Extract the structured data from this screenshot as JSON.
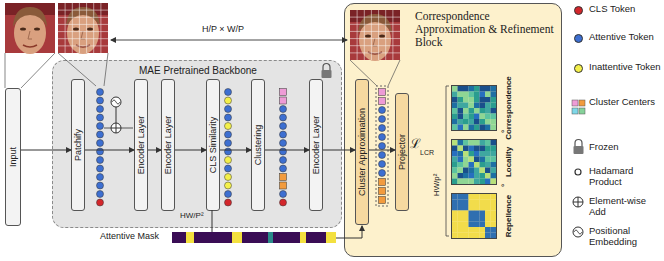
{
  "diagram": {
    "nodes": [
      {
        "text": [
          "Input"
        ]
      },
      {
        "text": [
          "MAE Pretrained Backbone"
        ]
      },
      {
        "text": [
          "Patchify"
        ],
        "in": 1
      },
      {
        "text": [
          "Encoder Layer"
        ],
        "in": 1
      },
      {
        "text": [
          "Encoder Layer"
        ],
        "in": 1
      },
      {
        "text": [
          "CLS Similarity"
        ],
        "in": 1
      },
      {
        "text": [
          "Clustering"
        ],
        "in": 1
      },
      {
        "text": [
          "Encoder Layer"
        ],
        "in": 1
      },
      {
        "text": [
          "Correspondence Approximation & Refinement Block"
        ]
      },
      {
        "text": [
          "Cluster Approximation"
        ],
        "in": 8
      },
      {
        "text": [
          "Projector"
        ],
        "in": 8
      },
      {
        "text": [
          "Correspondence"
        ],
        "in": 8
      },
      {
        "text": [
          "Locality"
        ],
        "in": 8
      },
      {
        "text": [
          "Repellence"
        ],
        "in": 8
      }
    ],
    "edges": [
      {
        "from": 0,
        "to": 2,
        "arrow": "to"
      },
      {
        "from": 2,
        "to": 3,
        "arrow": "to"
      },
      {
        "from": 3,
        "to": 4,
        "arrow": "to"
      },
      {
        "from": 4,
        "to": 5,
        "arrow": "to"
      },
      {
        "from": 5,
        "to": 6,
        "arrow": "to"
      },
      {
        "from": 6,
        "to": 7,
        "arrow": "to"
      },
      {
        "from": 7,
        "to": 9,
        "arrow": "to"
      },
      {
        "from": 9,
        "to": 10,
        "arrow": "to"
      }
    ],
    "labels": [
      "H/P × W/P",
      "HW/P²",
      "Attentive Mask",
      "ℒ",
      "LCR",
      "HW/p²",
      "∘",
      "∘"
    ],
    "legend": [
      {
        "text": "CLS Token",
        "color": "#d3262b"
      },
      {
        "text": "Attentive Token",
        "color": "#3d6fd1"
      },
      {
        "text": "Inattentive Token",
        "color": "#f4f04a"
      },
      {
        "text": "Cluster Centers"
      },
      {
        "text": "Frozen"
      },
      {
        "text": "Hadamard Product"
      },
      {
        "text": "Element-wise Add"
      },
      {
        "text": "Positional Embedding"
      }
    ]
  }
}
